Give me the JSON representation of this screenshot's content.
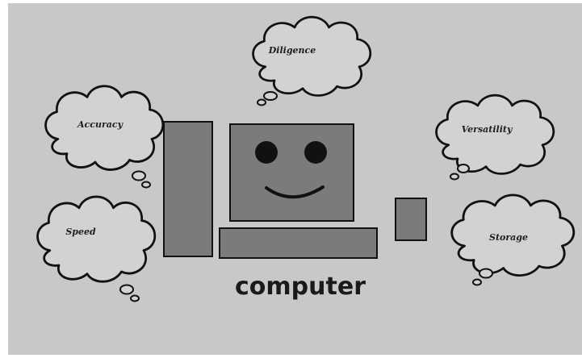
{
  "diagram": {
    "main_label": "computer",
    "clouds": [
      {
        "id": "diligence",
        "label": "Diligence"
      },
      {
        "id": "accuracy",
        "label": "Accuracy"
      },
      {
        "id": "versatility",
        "label": "Versatility"
      },
      {
        "id": "speed",
        "label": "Speed"
      },
      {
        "id": "storage",
        "label": "Storage"
      }
    ]
  },
  "colors": {
    "background": "#c8c8c8",
    "component_fill": "#7b7b7b",
    "outline": "#111111",
    "cloud_fill": "#d2d2d2",
    "face": "#111111"
  }
}
